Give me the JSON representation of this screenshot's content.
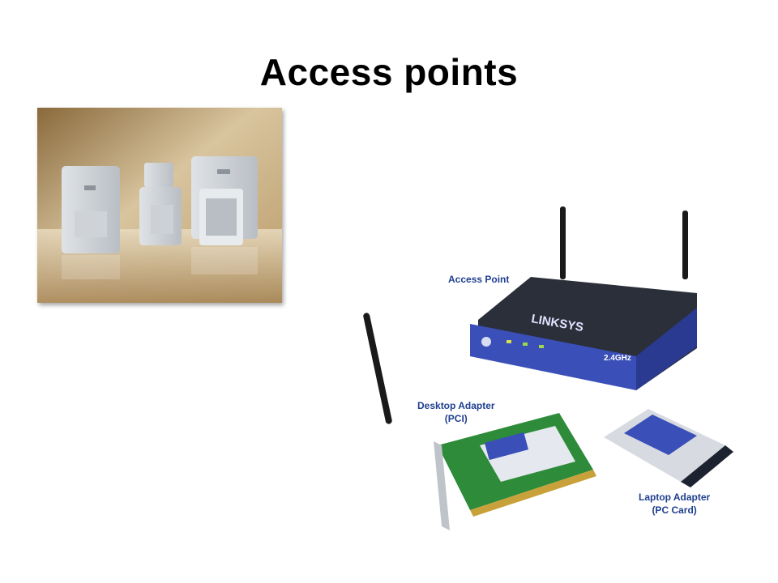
{
  "slide": {
    "title": "Access points"
  },
  "captions": {
    "access_point": "Access Point",
    "desktop_adapter": [
      "Desktop Adapter",
      "(PCI)"
    ],
    "laptop_adapter": [
      "Laptop Adapter",
      "(PC Card)"
    ]
  },
  "device_labels": {
    "brand": "LINKSYS",
    "band": "2.4GHz"
  },
  "colors": {
    "caption_text": "#1f3f8f",
    "router_body": "#3a4fb8",
    "pcb_green": "#2e8b3a"
  }
}
